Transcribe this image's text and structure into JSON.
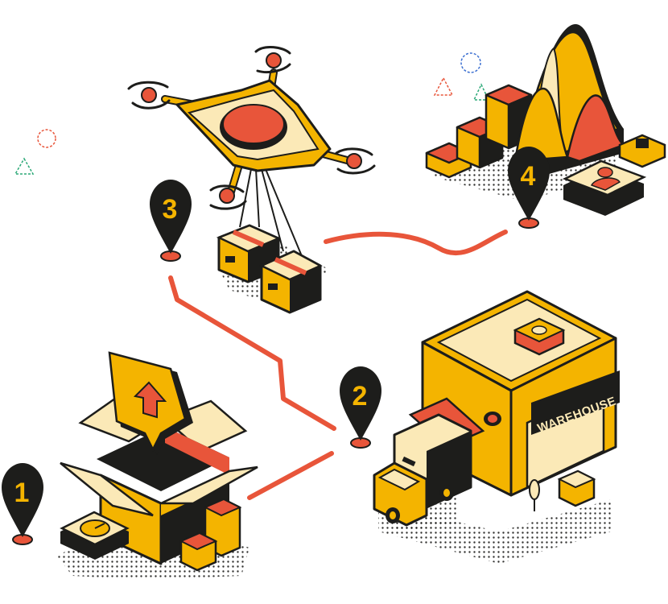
{
  "steps": [
    {
      "number": "1"
    },
    {
      "number": "2"
    },
    {
      "number": "3"
    },
    {
      "number": "4"
    }
  ],
  "warehouse": {
    "sign": "WAREHOUSE"
  },
  "colors": {
    "yellow": "#f4b400",
    "dark": "#1d1d1b",
    "red": "#e8553a",
    "cream": "#fbe9b7",
    "route": "#e8553a"
  },
  "icons": [
    "open-box-icon",
    "upload-arrow-icon",
    "delivery-truck-icon",
    "warehouse-icon",
    "drone-icon",
    "package-icon",
    "growth-chart-icon",
    "user-card-icon",
    "map-pin-icon"
  ]
}
